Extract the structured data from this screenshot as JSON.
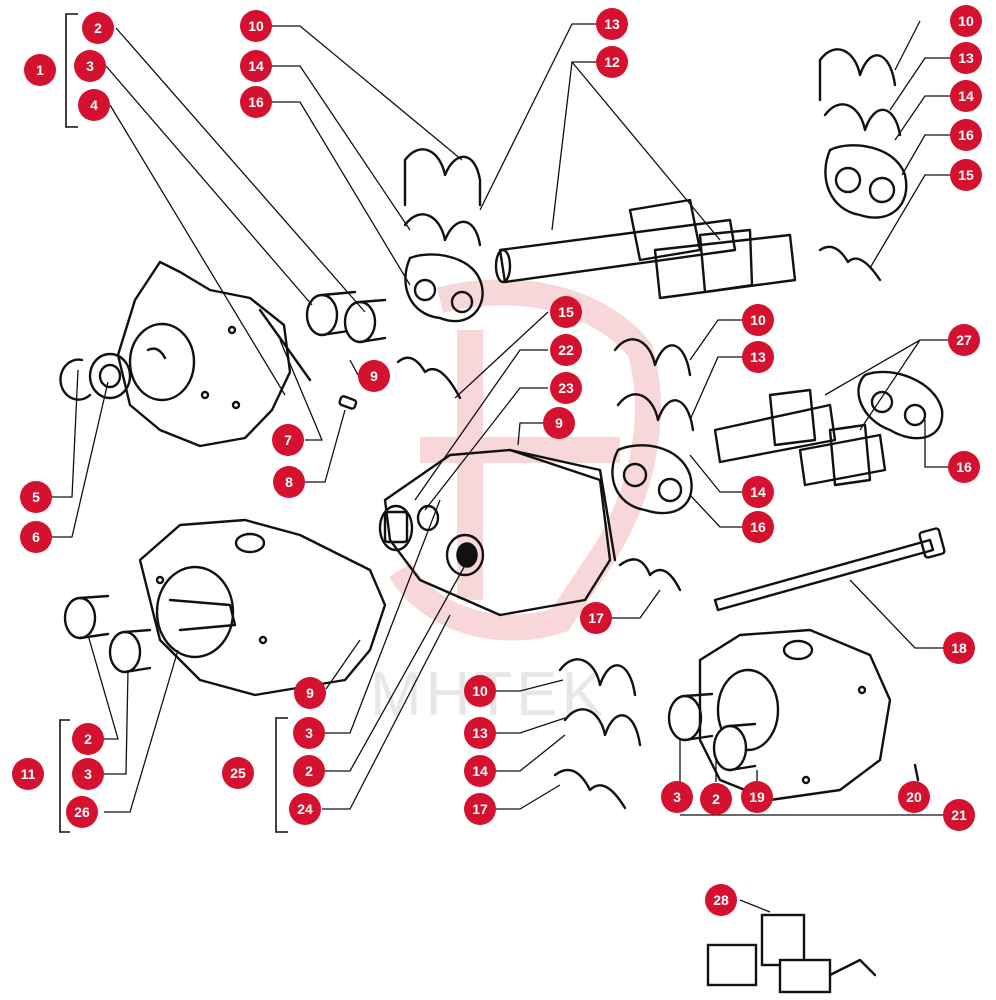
{
  "watermark": {
    "text": "MHTEK",
    "color": "#f3b7bd"
  },
  "colors": {
    "callout": "#d4112f",
    "callout_text": "#ffffff",
    "line": "#111111"
  },
  "callouts": [
    "1",
    "2",
    "3",
    "4",
    "5",
    "6",
    "7",
    "8",
    "9",
    "10",
    "11",
    "12",
    "13",
    "14",
    "15",
    "16",
    "17",
    "18",
    "19",
    "20",
    "21",
    "22",
    "23",
    "24",
    "25",
    "26",
    "27",
    "28"
  ]
}
